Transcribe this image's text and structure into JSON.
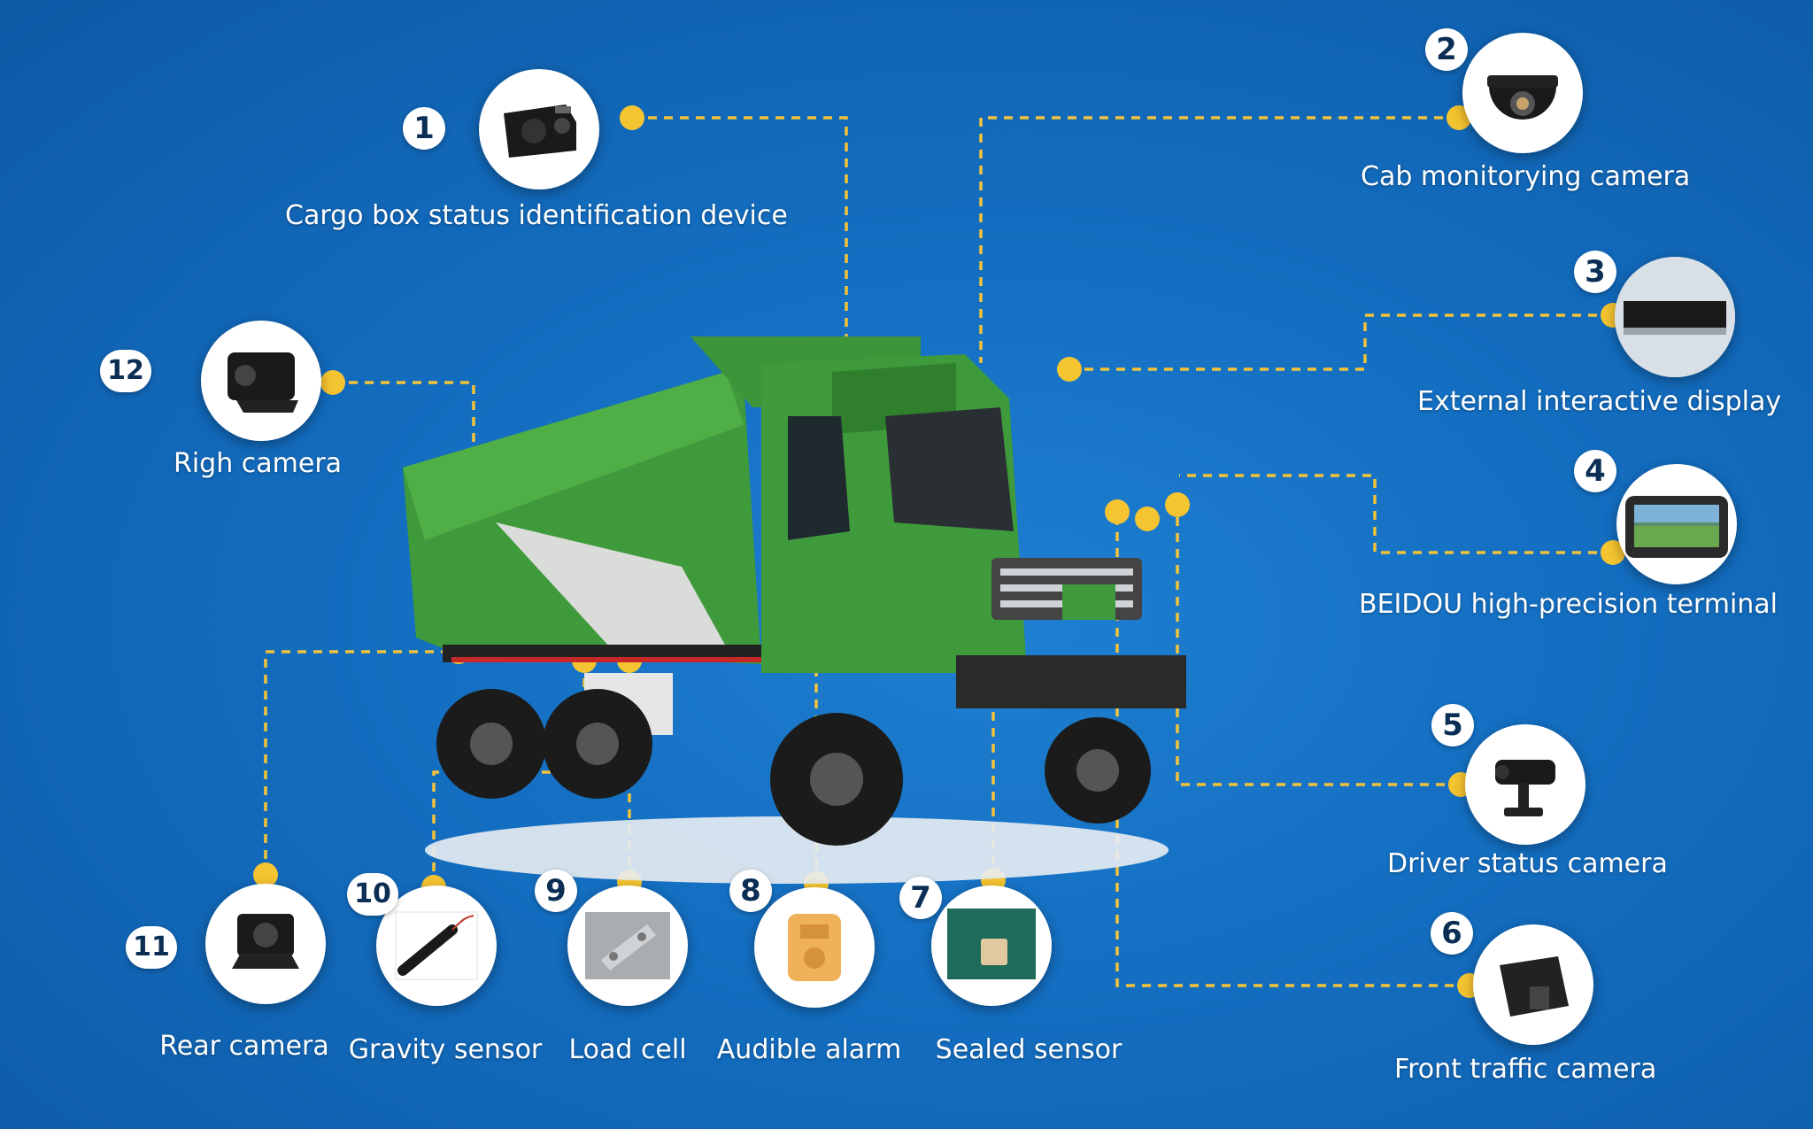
{
  "devices": [
    {
      "number": "1",
      "label": "Cargo box status identification device",
      "icon": "cargo-box-sensor-icon"
    },
    {
      "number": "2",
      "label": "Cab monitorying camera",
      "icon": "dome-camera-icon"
    },
    {
      "number": "3",
      "label": "External interactive display",
      "icon": "display-panel-icon"
    },
    {
      "number": "4",
      "label": "BEIDOU high-precision terminal",
      "icon": "terminal-screen-icon"
    },
    {
      "number": "5",
      "label": "Driver status camera",
      "icon": "driver-camera-icon"
    },
    {
      "number": "6",
      "label": "Front traffic camera",
      "icon": "front-camera-icon"
    },
    {
      "number": "7",
      "label": "Sealed sensor",
      "icon": "sealed-sensor-icon"
    },
    {
      "number": "8",
      "label": "Audible alarm",
      "icon": "alarm-speaker-icon"
    },
    {
      "number": "9",
      "label": "Load cell",
      "icon": "load-cell-icon"
    },
    {
      "number": "10",
      "label": "Gravity sensor",
      "icon": "gravity-sensor-icon"
    },
    {
      "number": "11",
      "label": "Rear camera",
      "icon": "rear-camera-icon"
    },
    {
      "number": "12",
      "label": "Righ camera",
      "icon": "side-camera-icon"
    }
  ],
  "colors": {
    "background": "#146fc2",
    "connector": "#f2c33a",
    "truck_body": "#3f9a3c",
    "badge_text": "#0b2e55"
  }
}
